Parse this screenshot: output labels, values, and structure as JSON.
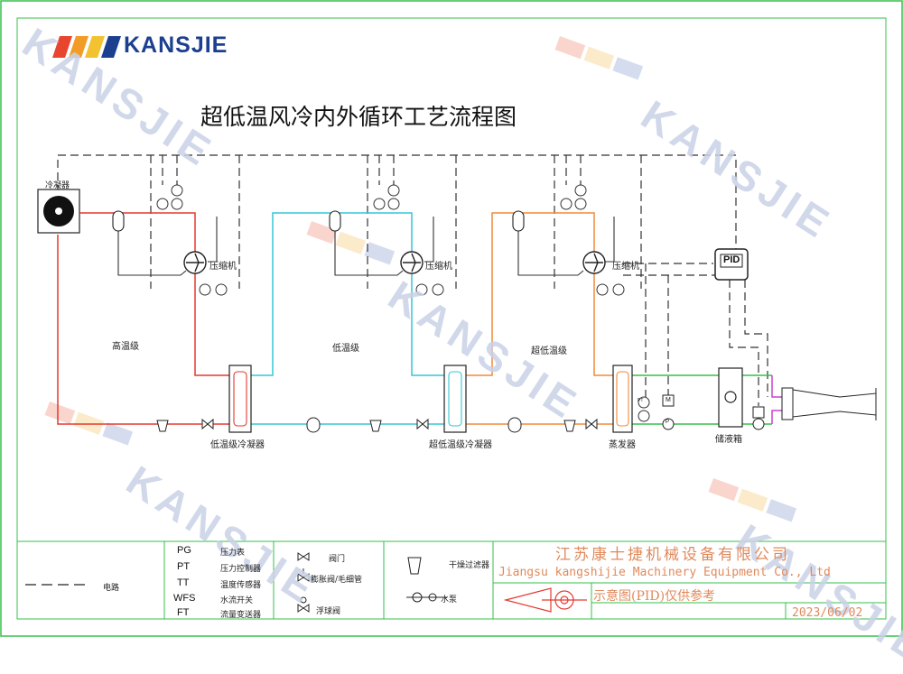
{
  "brand": {
    "logo_text": "KANSJIE",
    "watermark_text": "KANSJIE",
    "colors": {
      "blue": "#1c3f8f",
      "orange": "#e08a5c"
    }
  },
  "diagram": {
    "title": "超低温风冷内外循环工艺流程图",
    "stages": [
      {
        "name": "高温级",
        "compressor_label": "压缩机",
        "exchanger_label": "低温级冷凝器",
        "line_color": "#e5392f"
      },
      {
        "name": "低温级",
        "compressor_label": "压缩机",
        "exchanger_label": "超低温级冷凝器",
        "line_color": "#36c5d6"
      },
      {
        "name": "超低温级",
        "compressor_label": "压缩机",
        "exchanger_label": "蒸发器",
        "line_color": "#ef8a3a"
      }
    ],
    "condenser_label": "冷凝器",
    "controller_label": "PID",
    "tank_label": "储液箱",
    "gauge_label": "PT",
    "pump_label": "P",
    "motor_label": "M"
  },
  "legend": {
    "line_label": "电路",
    "codes": [
      {
        "code": "PG",
        "desc": "压力表"
      },
      {
        "code": "PT",
        "desc": "压力控制器"
      },
      {
        "code": "TT",
        "desc": "温度传感器"
      },
      {
        "code": "WFS",
        "desc": "水流开关"
      },
      {
        "code": "FT",
        "desc": "流量变送器"
      }
    ],
    "symbols": [
      "阀门",
      "膨胀阀/毛细管",
      "浮球阀"
    ],
    "symbols2": [
      "干燥过滤器",
      "水泵"
    ]
  },
  "title_block": {
    "company_cn": "江苏康士捷机械设备有限公司",
    "company_en": "Jiangsu kangshijie Machinery Equipment Co., Ltd",
    "note": "示意图(PID)仅供参考",
    "date": "2023/06/02"
  }
}
